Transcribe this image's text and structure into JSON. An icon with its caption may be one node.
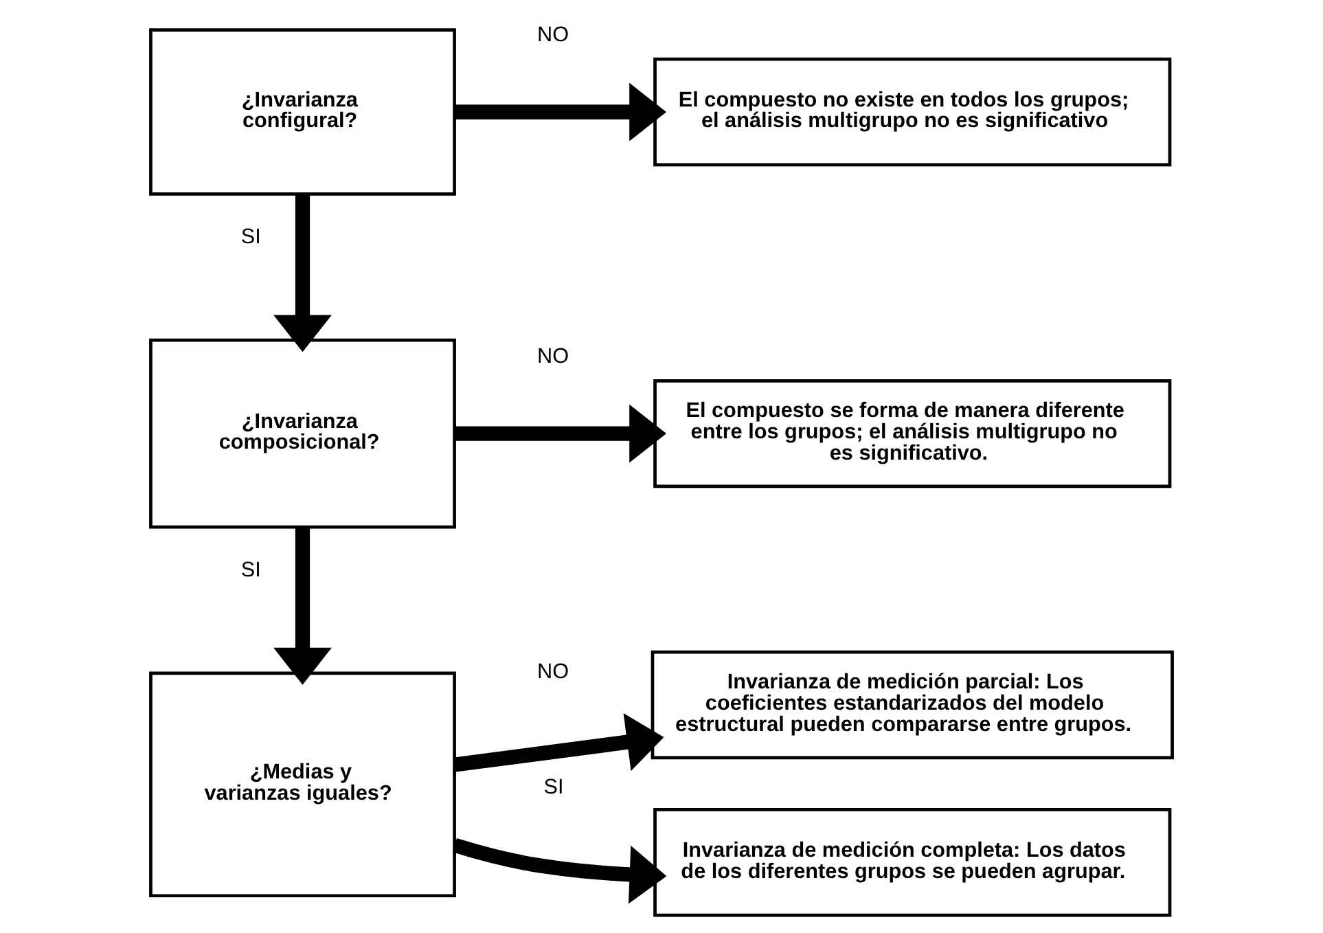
{
  "diagram": {
    "nodes": [
      {
        "text": [
          "¿Invarianza configural?"
        ]
      },
      {
        "text": [
          "El compuesto no existe en todos los grupos; el análisis multigrupo no es significativo"
        ]
      },
      {
        "text": [
          "¿Invarianza composicional?"
        ]
      },
      {
        "text": [
          "El compuesto se forma de manera diferente entre los grupos; el análisis multigrupo no es significativo."
        ]
      },
      {
        "text": [
          "¿Medias y varianzas iguales?"
        ]
      },
      {
        "text": [
          "Invarianza de medición parcial: Los coeficientes estandarizados del modelo estructural pueden compararse entre grupos."
        ]
      },
      {
        "text": [
          "Invarianza de medición completa: Los datos de los diferentes grupos se pueden agrupar."
        ]
      }
    ],
    "edges": [
      {
        "from": 0,
        "to": 1,
        "arrow": "to",
        "label": "NO"
      },
      {
        "from": 0,
        "to": 2,
        "arrow": "to",
        "label": "SI"
      },
      {
        "from": 2,
        "to": 3,
        "arrow": "to",
        "label": "NO"
      },
      {
        "from": 2,
        "to": 4,
        "arrow": "to",
        "label": "SI"
      },
      {
        "from": 4,
        "to": 5,
        "arrow": "to",
        "label": "NO"
      },
      {
        "from": 4,
        "to": 6,
        "arrow": "to",
        "label": "SI"
      }
    ]
  }
}
